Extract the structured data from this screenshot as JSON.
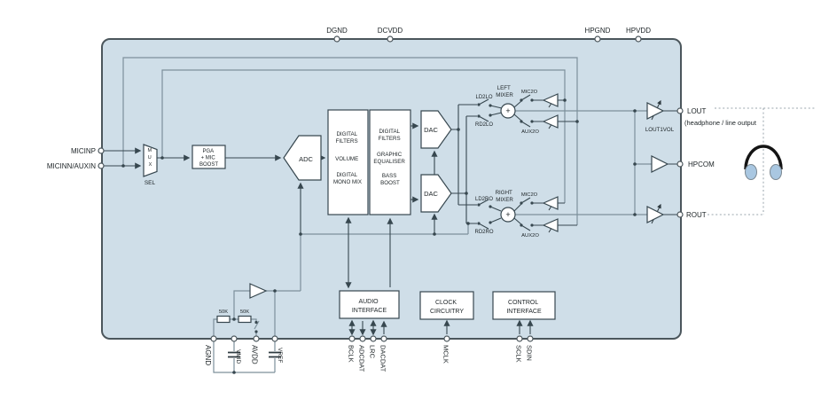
{
  "pins": {
    "top": [
      "DGND",
      "DCVDD",
      "HPGND",
      "HPVDD"
    ],
    "left": [
      "MICINP",
      "MICINN/AUXIN"
    ],
    "right": {
      "lout": "LOUT",
      "lout_desc": "(headphone / line output",
      "hpcom": "HPCOM",
      "rout": "ROUT"
    },
    "bottom": {
      "analog": [
        "AGND",
        "VMID",
        "AVDD",
        "VREF"
      ],
      "audio": [
        "BCLK",
        "ADCDAT",
        "LRC",
        "DACDAT"
      ],
      "clock": [
        "MCLK"
      ],
      "control": [
        "SCLK",
        "SDIN"
      ]
    }
  },
  "blocks": {
    "mux": {
      "letters": [
        "M",
        "U",
        "X"
      ],
      "sel": "SEL"
    },
    "pga": {
      "lines": [
        "PGA",
        "+ MIC",
        "BOOST"
      ]
    },
    "adc": "ADC",
    "filter_left": {
      "lines": [
        "DIGITAL",
        "FILTERS",
        "VOLUME",
        "DIGITAL",
        "MONO MIX"
      ]
    },
    "filter_right": {
      "lines": [
        "DIGITAL",
        "FILTERS",
        "GRAPHIC",
        "EQUALISER",
        "BASS",
        "BOOST"
      ]
    },
    "dac_top": "DAC",
    "dac_bottom": "DAC",
    "audio_interface": {
      "lines": [
        "AUDIO",
        "INTERFACE"
      ]
    },
    "clock_circuitry": {
      "lines": [
        "CLOCK",
        "CIRCUITRY"
      ]
    },
    "control_interface": {
      "lines": [
        "CONTROL",
        "INTERFACE"
      ]
    }
  },
  "mixers": {
    "left": {
      "name": [
        "LEFT",
        "MIXER"
      ],
      "plus": "+",
      "in_top": "LD2LO",
      "in_bottom": "RD2LO",
      "bypass_top": "MIC2O",
      "bypass_bottom": "AUX2O"
    },
    "right": {
      "name": [
        "RIGHT",
        "MIXER"
      ],
      "plus": "+",
      "in_top": "LD2RO",
      "in_bottom": "RD2RO",
      "bypass_top": "MIC2O",
      "bypass_bottom": "AUX2O"
    }
  },
  "amps": {
    "lout_vol": "LOUT1VOL"
  },
  "resistors": {
    "r1": "50K",
    "r2": "50K"
  },
  "colors": {
    "chip_fill": "#cfdee8",
    "chip_border": "#4b565c",
    "wire_dark": "#37474f",
    "wire_gray": "#7d909b",
    "headphone_pad": "#a9c7e1"
  }
}
